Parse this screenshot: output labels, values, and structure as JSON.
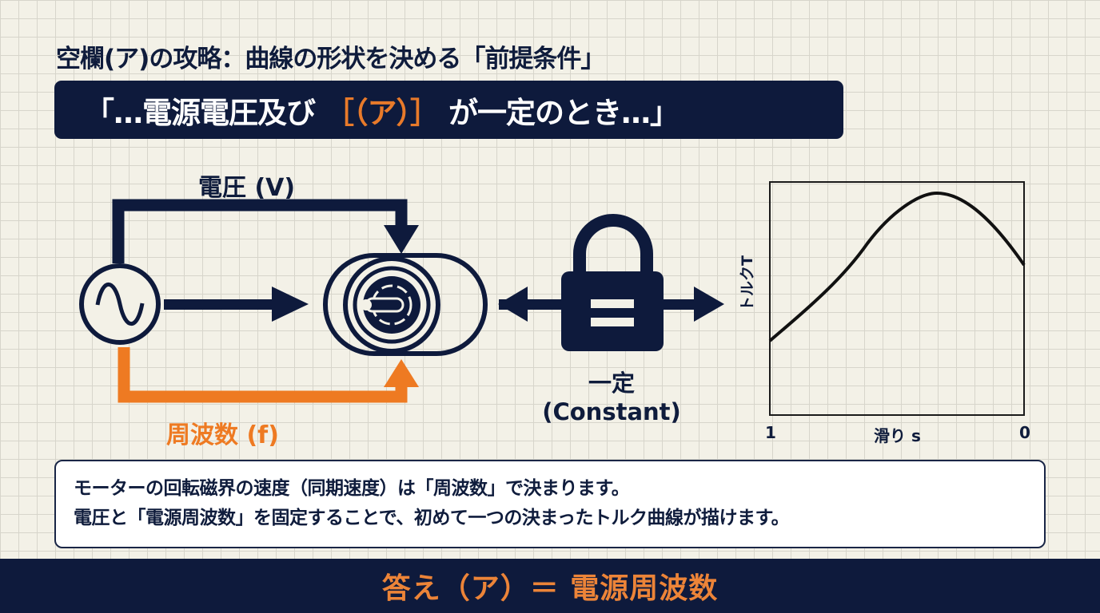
{
  "heading": "空欄(ア)の攻略：曲線の形状を決める「前提条件」",
  "quote": {
    "prefix": "「…電源電圧及び",
    "blank": "［（ア）］",
    "suffix": "が一定のとき…」"
  },
  "diagram": {
    "voltage_label": "電圧 (V)",
    "frequency_label": "周波数 (f)",
    "constant_label_ja": "一定",
    "constant_label_en": "(Constant)",
    "icons": [
      "ac-source-icon",
      "motor-icon",
      "padlock-icon"
    ]
  },
  "chart_data": {
    "type": "line",
    "title": "",
    "xlabel": "滑り s",
    "ylabel": "トルクT",
    "x_tick_labels": [
      "1",
      "0"
    ],
    "xlim": [
      1,
      0
    ],
    "grid": false,
    "series": [
      {
        "name": "トルク曲線",
        "x": [
          1.0,
          0.9,
          0.8,
          0.7,
          0.6,
          0.5,
          0.4,
          0.34,
          0.3,
          0.2,
          0.1,
          0.0
        ],
        "y": [
          0.38,
          0.47,
          0.56,
          0.66,
          0.76,
          0.86,
          0.93,
          0.955,
          0.95,
          0.88,
          0.78,
          0.63
        ]
      }
    ]
  },
  "note": {
    "line1": "モーターの回転磁界の速度（同期速度）は「周波数」で決まります。",
    "line2": "電圧と「電源周波数」を固定することで、初めて一つの決まったトルク曲線が描けます。"
  },
  "answer": "答え（ア）＝ 電源周波数",
  "colors": {
    "navy": "#0e1a3c",
    "orange": "#ee7a22",
    "background": "#f3f1e7"
  }
}
